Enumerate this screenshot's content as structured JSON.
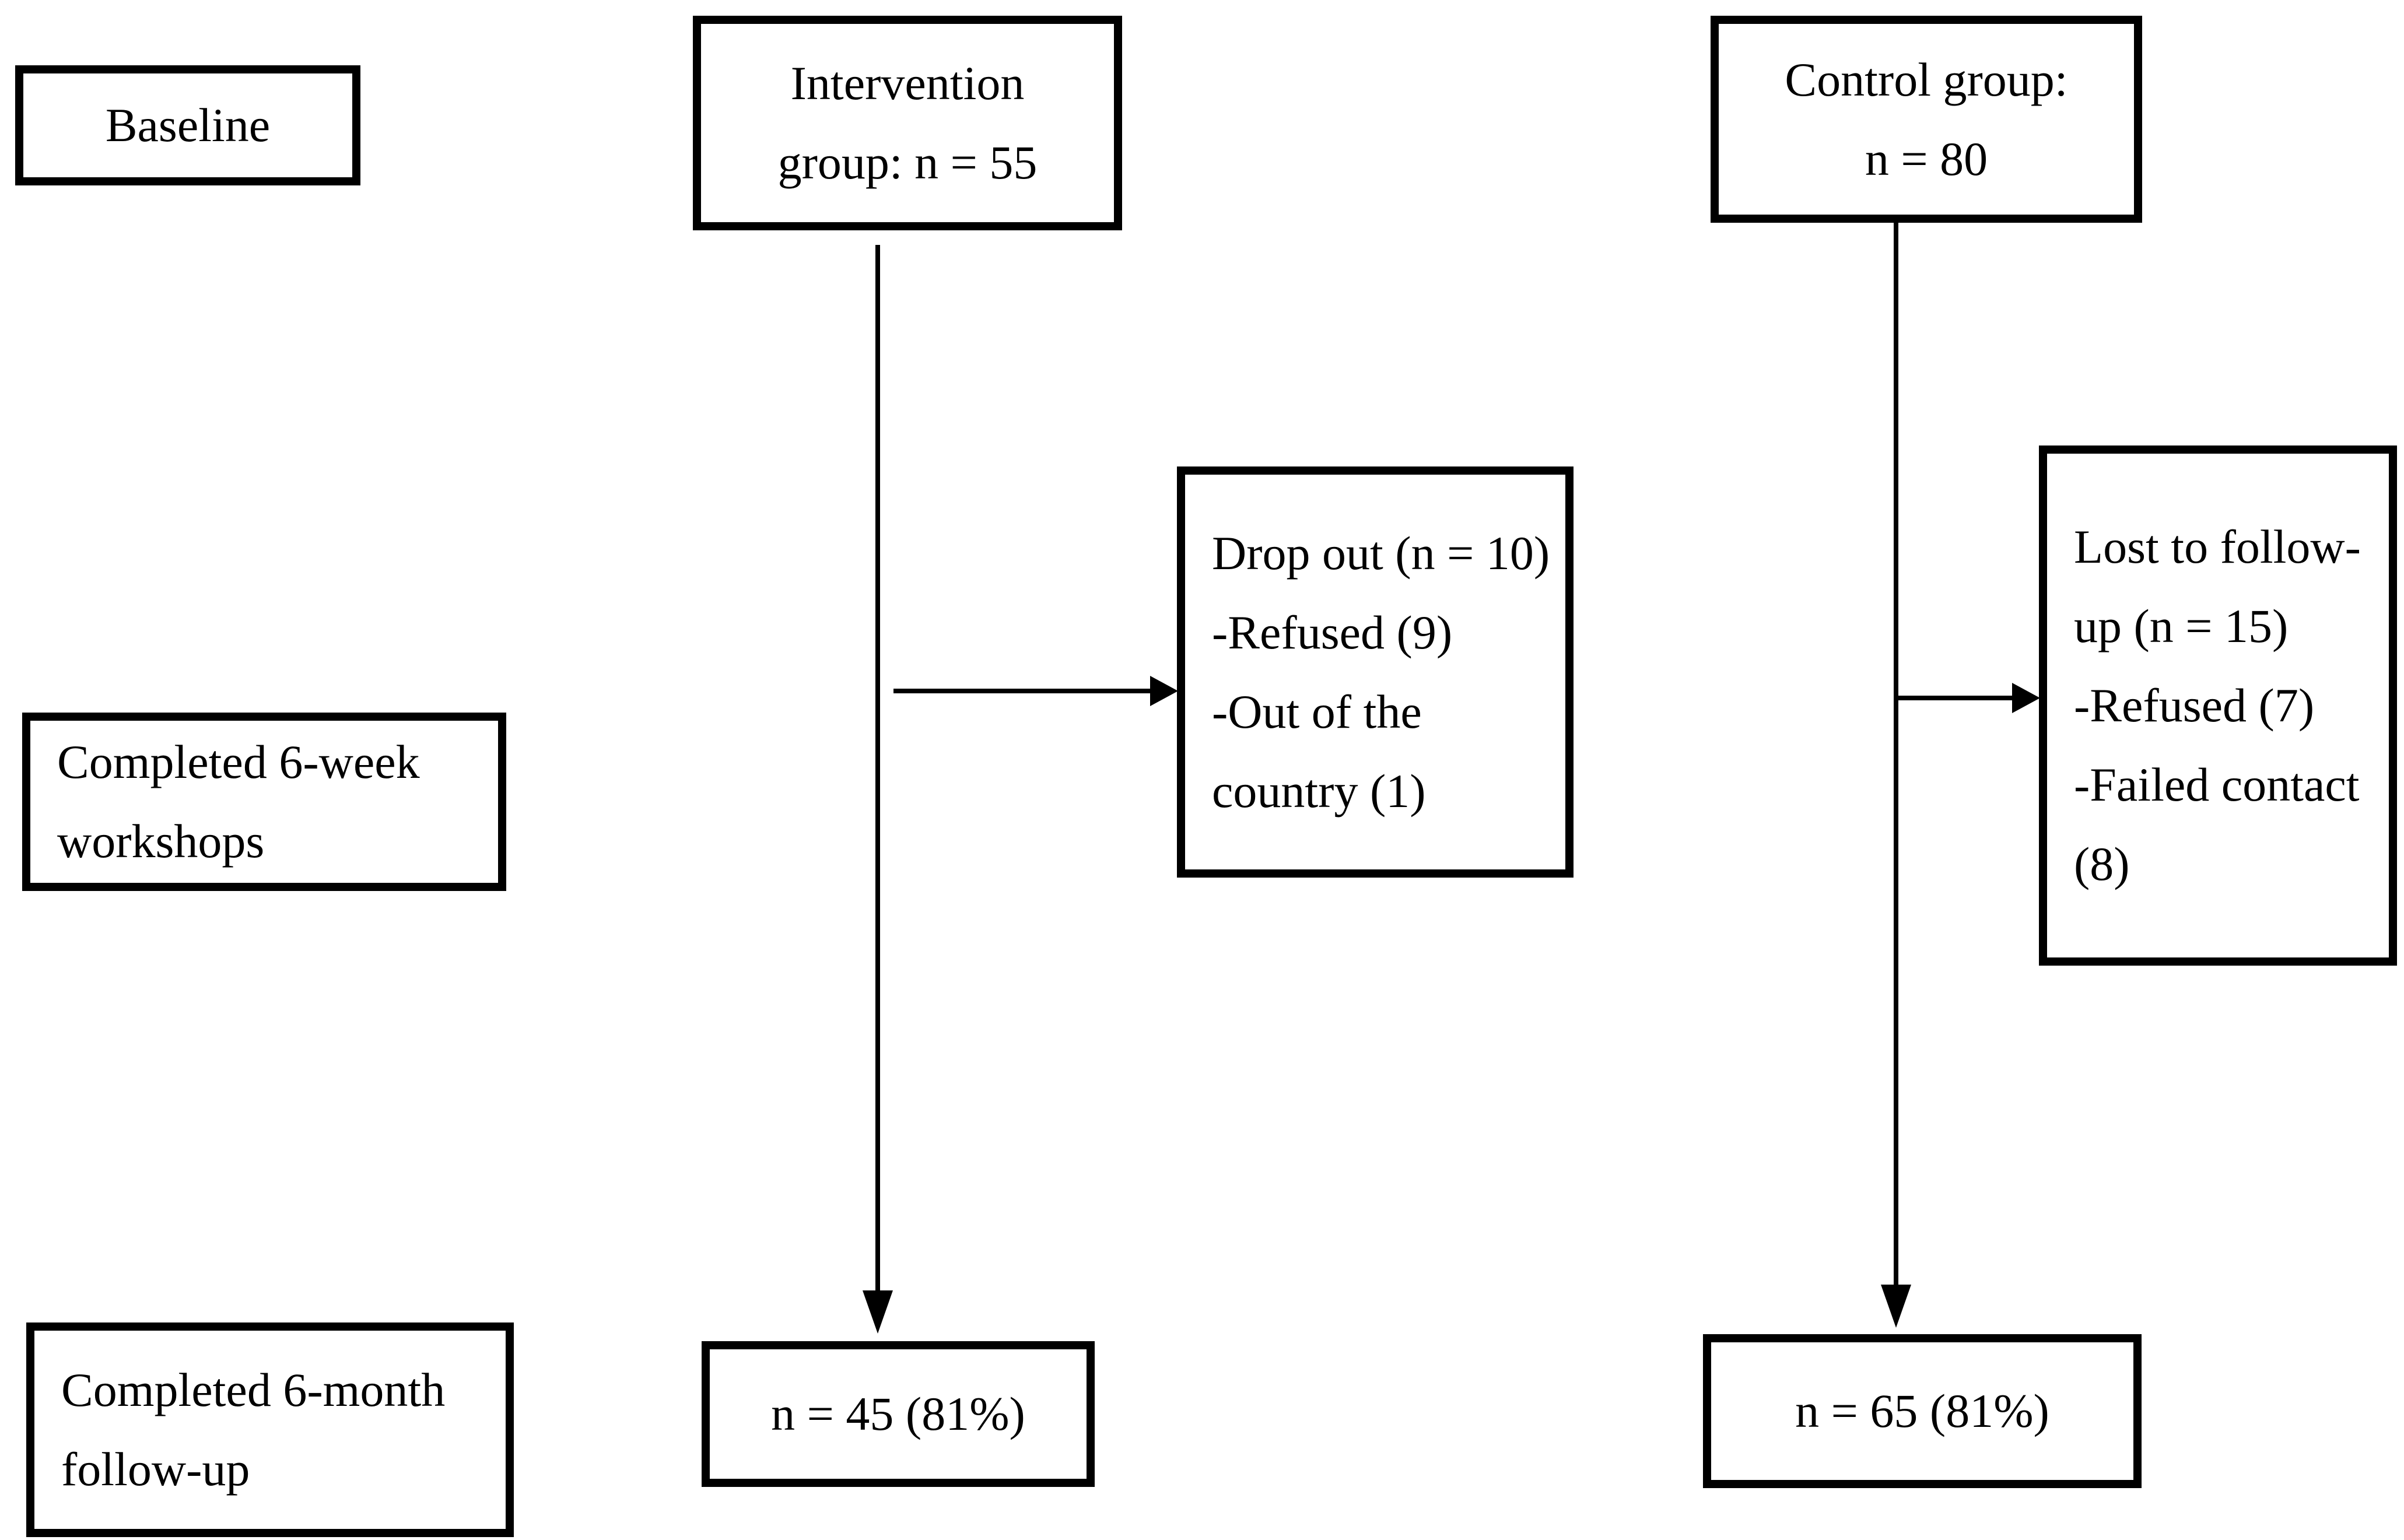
{
  "page": {
    "colors": {
      "background": "#ffffff",
      "line": "#000000",
      "text": "#000000"
    }
  },
  "row_labels": {
    "baseline": "Baseline",
    "six_week": {
      "line1": "Completed 6-week",
      "line2": "workshops"
    },
    "six_month": {
      "line1": "Completed 6-month",
      "line2": "follow-up"
    }
  },
  "intervention": {
    "group_box": {
      "line1": "Intervention",
      "line2": "group: n = 55"
    },
    "dropout_box": {
      "line1": "Drop out (n = 10)",
      "line2": "-Refused (9)",
      "line3": "-Out of the",
      "line4": "country (1)"
    },
    "result_box": {
      "value": "n = 45 (81%)"
    }
  },
  "control": {
    "group_box": {
      "line1": "Control group:",
      "line2": "n = 80"
    },
    "lost_box": {
      "line1": "Lost to follow-",
      "line2": "up (n = 15)",
      "line3": "-Refused (7)",
      "line4": "-Failed contact",
      "line5": "(8)"
    },
    "result_box": {
      "value": "n = 65 (81%)"
    }
  }
}
